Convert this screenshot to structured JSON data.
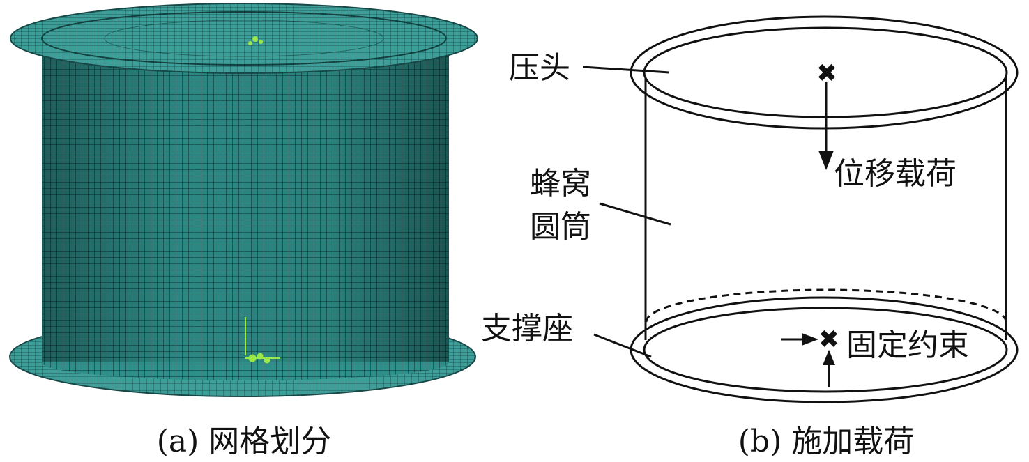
{
  "panel_a": {
    "caption": "(a) 网格划分",
    "colors": {
      "mesh_fill": "#2f8f8a",
      "mesh_line": "#0e2f31",
      "flange": "#3a9e98",
      "marker": "#9be84a"
    }
  },
  "panel_b": {
    "caption": "(b) 施加载荷",
    "labels": {
      "indenter": "压头",
      "honeycomb_line1": "蜂窝",
      "honeycomb_line2": "圆筒",
      "support": "支撑座",
      "displacement_load": "位移载荷",
      "fixed_constraint": "固定约束"
    }
  }
}
